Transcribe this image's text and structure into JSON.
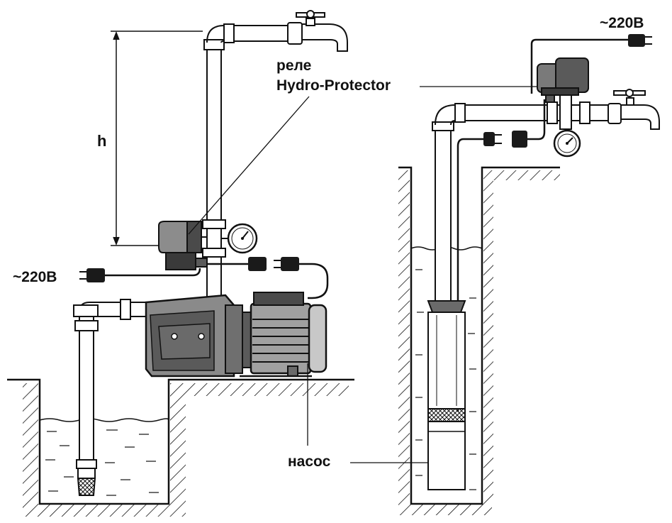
{
  "labels": {
    "relay": "реле",
    "relay_name": "Hydro-Protector",
    "voltage_left": "~220В",
    "voltage_right": "~220В",
    "pump": "насос",
    "height": "h"
  },
  "colors": {
    "line": "#111111",
    "pipe_fill": "#ffffff",
    "relay_body": "#6f6f6f",
    "relay_dark": "#3a3a3a",
    "pump_body": "#8a8a8a",
    "plug": "#1a1a1a"
  },
  "icons": [
    "faucet-icon",
    "pressure-gauge-icon",
    "electric-plug-icon",
    "pressure-relay-icon",
    "surface-pump-icon",
    "submersible-pump-icon",
    "strainer-icon"
  ]
}
